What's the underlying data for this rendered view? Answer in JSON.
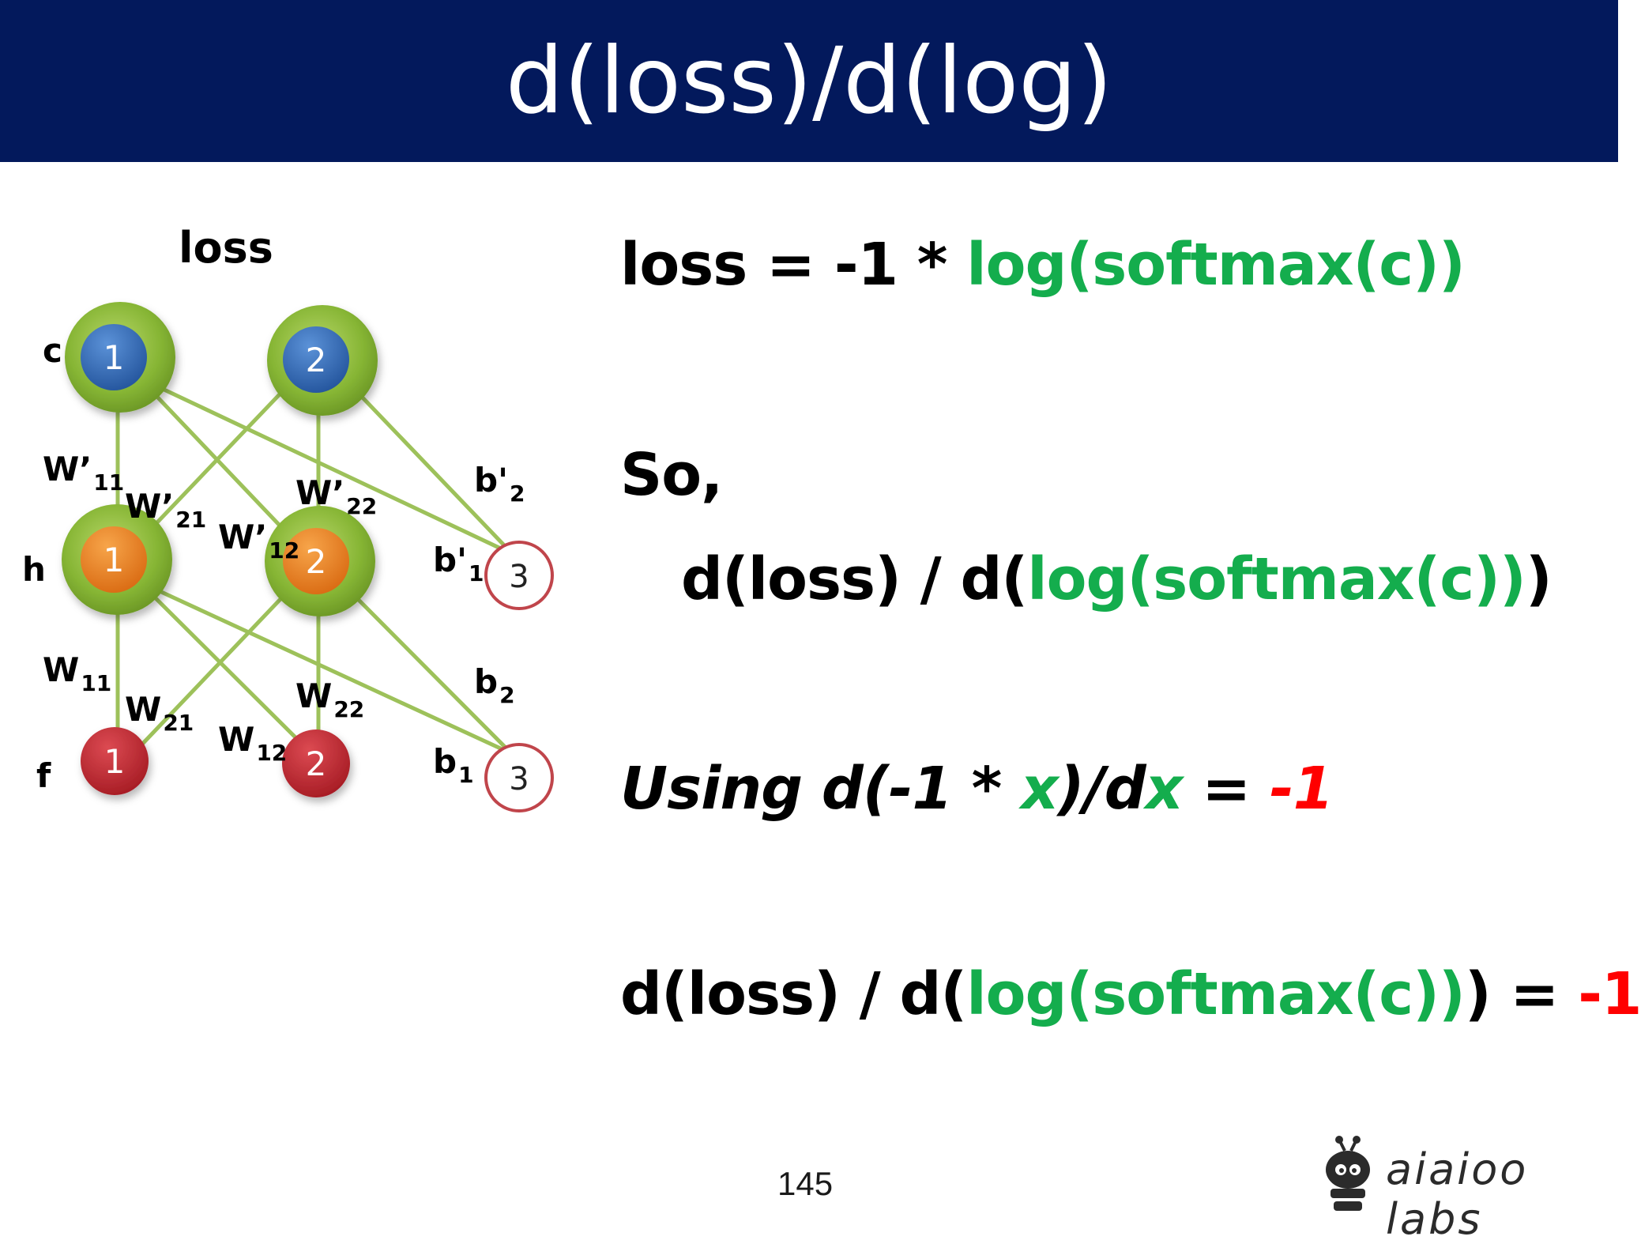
{
  "title": "d(loss)/d(log)",
  "diagram": {
    "top_label": "loss",
    "row_labels": {
      "c": "c",
      "h": "h",
      "f": "f"
    },
    "nodes": {
      "c1": "1",
      "c2": "2",
      "h1": "1",
      "h2": "2",
      "hb": "3",
      "f1": "1",
      "f2": "2",
      "fb": "3"
    },
    "weights_upper": {
      "w11": {
        "base": "W’",
        "sub": "11"
      },
      "w21": {
        "base": "W’",
        "sub": "21"
      },
      "w12": {
        "base": "W’",
        "sub": "12"
      },
      "w22": {
        "base": "W’",
        "sub": "22"
      },
      "b2": {
        "base": "b'",
        "sub": "2"
      },
      "b1": {
        "base": "b'",
        "sub": "1"
      }
    },
    "weights_lower": {
      "w11": {
        "base": "W",
        "sub": "11"
      },
      "w21": {
        "base": "W",
        "sub": "21"
      },
      "w12": {
        "base": "W",
        "sub": "12"
      },
      "w22": {
        "base": "W",
        "sub": "22"
      },
      "b2": {
        "base": "b",
        "sub": "2"
      },
      "b1": {
        "base": "b",
        "sub": "1"
      }
    }
  },
  "equations": {
    "line1": {
      "a": "loss = -1 * ",
      "b": "log(softmax(c))"
    },
    "line2": {
      "a": "So,"
    },
    "line3": {
      "a": "d(loss) / d(",
      "b": "log(softmax(c))",
      "c": ")"
    },
    "line4": {
      "a": "Using d(-1 * ",
      "b": "x",
      "c": ")/d",
      "d": "x",
      "e": " = ",
      "f": "-1"
    },
    "line5": {
      "a": "d(loss) / d(",
      "b": "log(softmax(c))",
      "c": ") = ",
      "d": "-1"
    }
  },
  "page_number": "145",
  "logo_text": "aiaioo labs",
  "colors": {
    "header": "#03195c",
    "green_text": "#14ad4d",
    "red_text": "#ff0000",
    "blue_node": "#2f67b7",
    "orange_node": "#ef7f1a",
    "red_node": "#c1232b",
    "green_halo": "#86b534",
    "edge": "#9dc15a",
    "bias_ring": "#c0454b"
  }
}
